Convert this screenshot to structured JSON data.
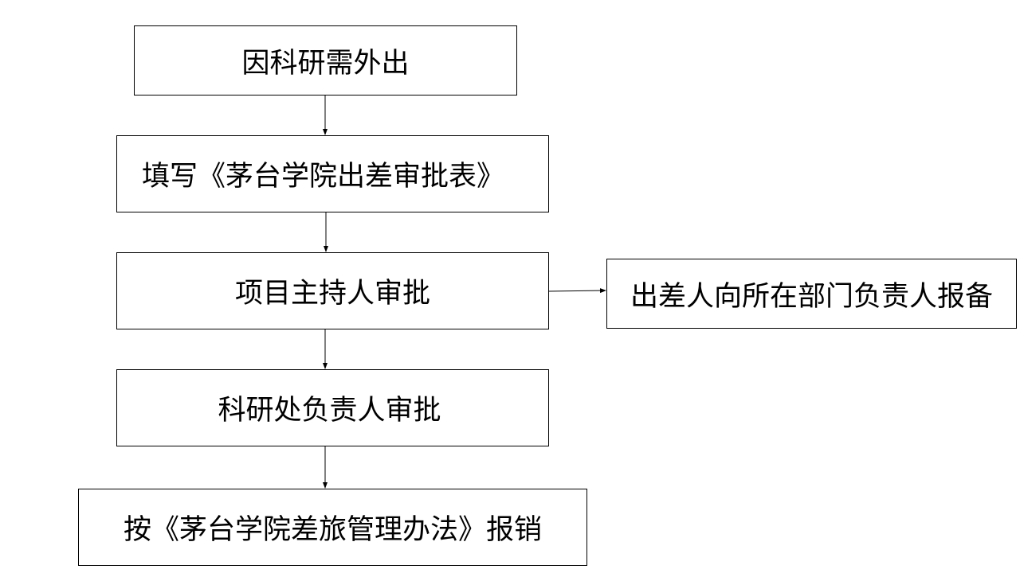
{
  "flow": {
    "step1": "因科研需外出",
    "step2": "填写《茅台学院出差审批表》",
    "step3": "项目主持人审批",
    "step4": "科研处负责人审批",
    "step5": "按《茅台学院差旅管理办法》报销",
    "side_step": "出差人向所在部门负责人报备"
  },
  "colors": {
    "line": "#000000",
    "box_border": "#000000",
    "background": "#ffffff"
  }
}
